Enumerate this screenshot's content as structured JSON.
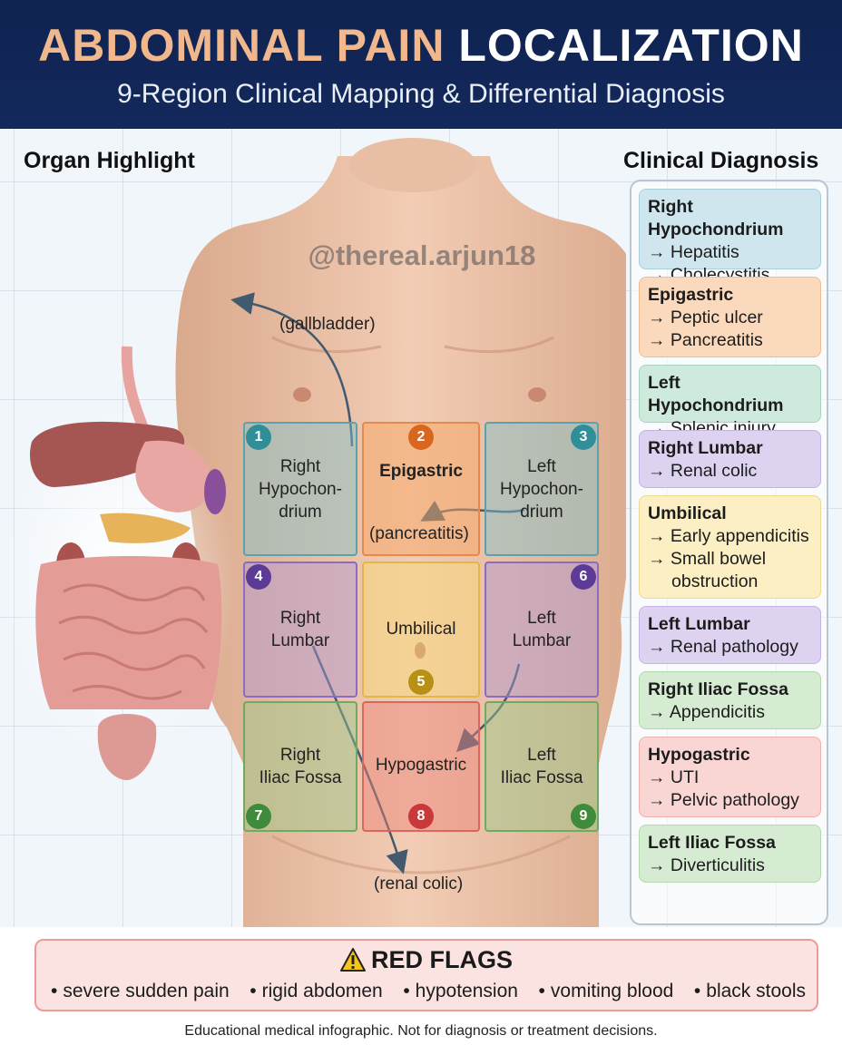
{
  "header": {
    "title_part1": "ABDOMINAL PAIN",
    "title_part2": "LOCALIZATION",
    "subtitle": "9-Region Clinical Mapping & Differential Diagnosis"
  },
  "left_heading": "Organ Highlight",
  "right_heading": "Clinical Diagnosis",
  "watermark": "@thereal.arjun18",
  "regions": [
    {
      "number": "1",
      "label": [
        "Right",
        "Hypochon-",
        "drium"
      ],
      "fill": "rgba(126,196,206,0.45)",
      "border": "#5aa3ad",
      "badge": "#2f8e97"
    },
    {
      "number": "2",
      "label": [
        "Epigastric"
      ],
      "fill": "rgba(245,165,100,0.50)",
      "border": "#e58a4a",
      "badge": "#d9661e"
    },
    {
      "number": "3",
      "label": [
        "Left",
        "Hypochon-",
        "drium"
      ],
      "fill": "rgba(126,196,206,0.45)",
      "border": "#5aa3ad",
      "badge": "#2f8e97"
    },
    {
      "number": "4",
      "label": [
        "Right",
        "Lumbar"
      ],
      "fill": "rgba(176,150,214,0.45)",
      "border": "#8a6cc0",
      "badge": "#5c3b96"
    },
    {
      "number": "5",
      "label": [
        "Umbilical"
      ],
      "fill": "rgba(247,215,120,0.50)",
      "border": "#e0b84a",
      "badge": "#b79016"
    },
    {
      "number": "6",
      "label": [
        "Left",
        "Lumbar"
      ],
      "fill": "rgba(176,150,214,0.45)",
      "border": "#8a6cc0",
      "badge": "#5c3b96"
    },
    {
      "number": "7",
      "label": [
        "Right",
        "Iliac Fossa"
      ],
      "fill": "rgba(150,204,140,0.45)",
      "border": "#6eaa62",
      "badge": "#3f8a3b"
    },
    {
      "number": "8",
      "label": [
        "Hypogastric"
      ],
      "fill": "rgba(238,128,120,0.45)",
      "border": "#d9675f",
      "badge": "#c8393a"
    },
    {
      "number": "9",
      "label": [
        "Left",
        "Iliac Fossa"
      ],
      "fill": "rgba(150,204,140,0.45)",
      "border": "#6eaa62",
      "badge": "#3f8a3b"
    }
  ],
  "annotations": {
    "gallbladder": "(gallbladder)",
    "pancreatitis": "(pancreatitis)",
    "renal_colic": "(renal colic)"
  },
  "diagnoses": [
    {
      "region": "Right Hypochondrium",
      "items": [
        "→ Hepatitis",
        "→ Cholecystitis"
      ],
      "color": "#cfe6ee",
      "border": "#a9cfdc"
    },
    {
      "region": "Epigastric",
      "items": [
        "→ Peptic ulcer",
        "→ Pancreatitis"
      ],
      "color": "#fbd9bd",
      "border": "#f0bb8e"
    },
    {
      "region": "Left Hypochondrium",
      "items": [
        "→ Splenic injury"
      ],
      "color": "#cdeadc",
      "border": "#a7d4bd"
    },
    {
      "region": "Right Lumbar",
      "items": [
        "→ Renal colic"
      ],
      "color": "#ddd3f0",
      "border": "#c3b4e4"
    },
    {
      "region": "Umbilical",
      "items": [
        "→ Early appendicitis",
        "→ Small bowel",
        "   obstruction"
      ],
      "color": "#fbefc3",
      "border": "#ecd98f"
    },
    {
      "region": "Left Lumbar",
      "items": [
        "→ Renal pathology"
      ],
      "color": "#ddd3f0",
      "border": "#c3b4e4"
    },
    {
      "region": "Right Iliac Fossa",
      "items": [
        "→ Appendicitis"
      ],
      "color": "#d5ecd2",
      "border": "#b2d8ac"
    },
    {
      "region": "Hypogastric",
      "items": [
        "→ UTI",
        "→ Pelvic pathology"
      ],
      "color": "#f9d6d4",
      "border": "#eeb0ac"
    },
    {
      "region": "Left Iliac Fossa",
      "items": [
        "→ Diverticulitis"
      ],
      "color": "#d5ecd2",
      "border": "#b2d8ac"
    }
  ],
  "red_flags": {
    "title": "RED FLAGS",
    "items": [
      "severe sudden pain",
      "rigid abdomen",
      "hypotension",
      "vomiting blood",
      "black stools"
    ]
  },
  "footer": "Educational medical infographic. Not for diagnosis or treatment decisions.",
  "icons": [
    "warning-icon"
  ]
}
